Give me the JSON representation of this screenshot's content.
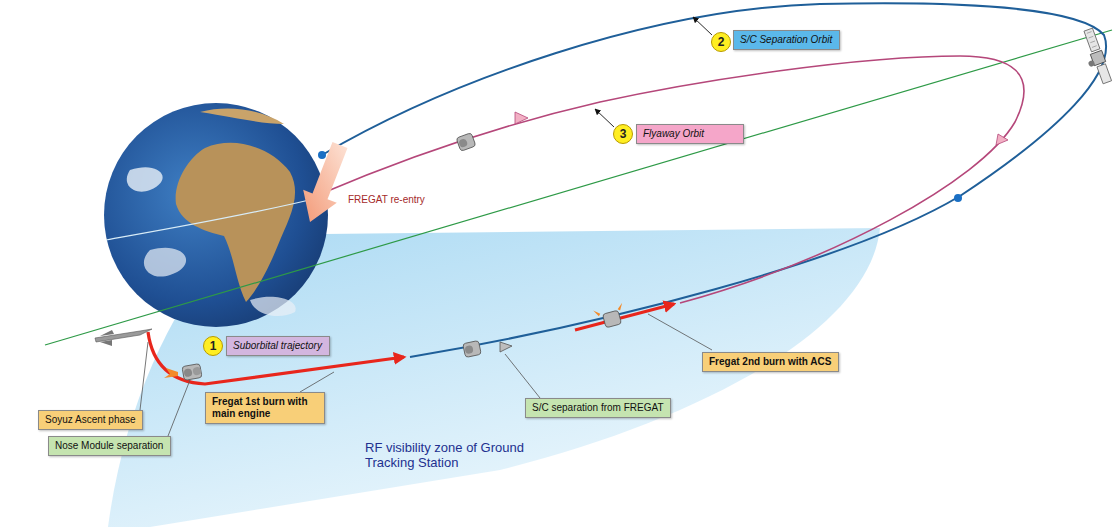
{
  "diagram": {
    "nodes": [
      {
        "text": [
          "S/C Separation Orbit"
        ]
      },
      {
        "text": [
          "Flyaway Orbit"
        ]
      },
      {
        "text": [
          "Suborbital trajectory"
        ]
      },
      {
        "text": [
          "Fregat 2nd burn with ACS"
        ]
      },
      {
        "text": [
          "Fregat 1st burn with main engine"
        ]
      },
      {
        "text": [
          "S/C separation from FREGAT"
        ]
      },
      {
        "text": [
          "Soyuz Ascent phase"
        ]
      },
      {
        "text": [
          "Nose Module separation"
        ]
      }
    ],
    "labels": [
      "2",
      "3",
      "FREGAT re-entry",
      "1",
      "RF visibility zone of Ground Tracking Station"
    ]
  }
}
